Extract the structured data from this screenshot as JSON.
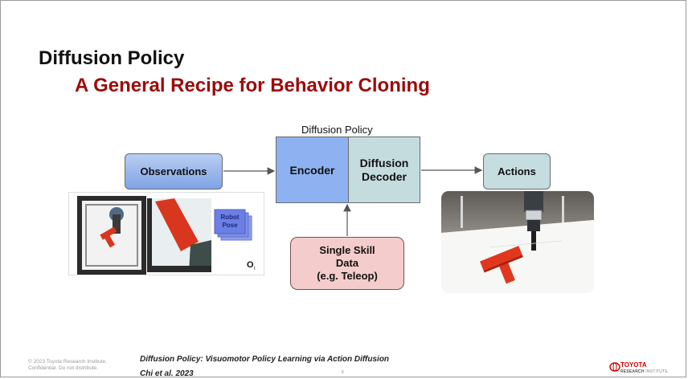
{
  "slide": {
    "title": "Diffusion Policy",
    "subtitle": "A General Recipe for Behavior Cloning"
  },
  "diagram": {
    "group_label": "Diffusion Policy",
    "observations": "Observations",
    "encoder": "Encoder",
    "decoder_line1": "Diffusion",
    "decoder_line2": "Decoder",
    "actions": "Actions",
    "skill_line1": "Single Skill",
    "skill_line2": "Data",
    "skill_line3": "(e.g. Teleop)",
    "robot_pose_line1": "Robot",
    "robot_pose_line2": "Pose",
    "obs_symbol": "O",
    "obs_subscript": "t"
  },
  "footer": {
    "copyright_line1": "© 2023 Toyota Research Institute.",
    "copyright_line2": "Confidential. Do not distribute.",
    "citation": "Diffusion Policy: Visuomotor Policy Learning via Action Diffusion",
    "authors": "Chi et al. 2023",
    "page_number": "6",
    "logo_line1": "TOYOTA",
    "logo_line2_bold": "RESEARCH",
    "logo_line2_light": "INSTITUTE"
  },
  "colors": {
    "title": "#111111",
    "subtitle": "#9c0a0a",
    "encoder": "#8eb1f2",
    "decoder": "#c5dcdf",
    "skill": "#f5cccc"
  }
}
